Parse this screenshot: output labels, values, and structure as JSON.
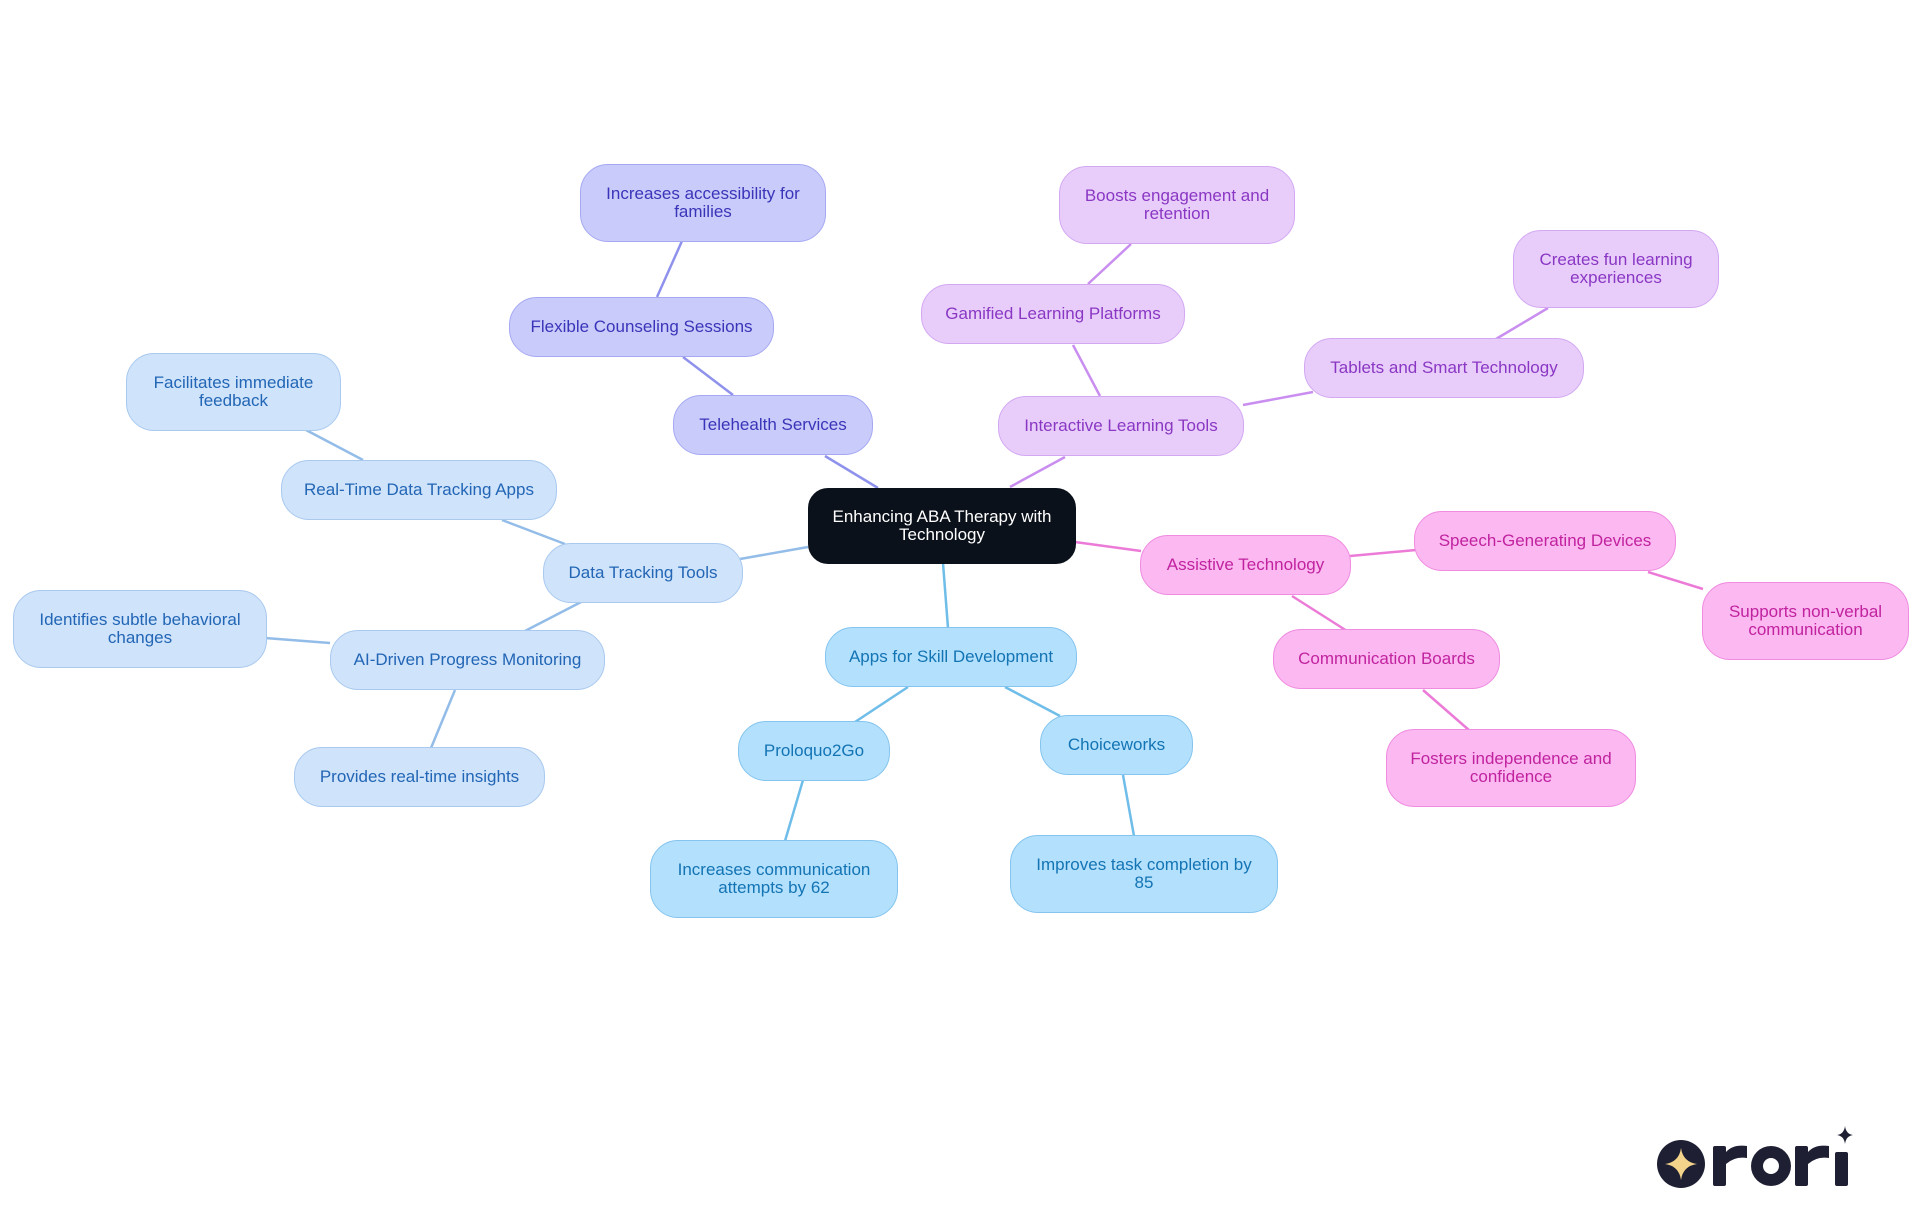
{
  "mindmap": {
    "center": {
      "label": "Enhancing ABA Therapy with Technology"
    },
    "branches": {
      "telehealth": {
        "label": "Telehealth Services",
        "flexible": {
          "label": "Flexible Counseling Sessions"
        },
        "accessibility": {
          "label": "Increases accessibility for families"
        }
      },
      "data_tracking": {
        "label": "Data Tracking Tools",
        "realtime_apps": {
          "label": "Real-Time Data Tracking Apps"
        },
        "immediate_feedback": {
          "label": "Facilitates immediate feedback"
        },
        "ai_monitoring": {
          "label": "AI-Driven Progress Monitoring"
        },
        "subtle_changes": {
          "label": "Identifies subtle behavioral changes"
        },
        "realtime_insights": {
          "label": "Provides real-time insights"
        }
      },
      "apps_skill": {
        "label": "Apps for Skill Development",
        "proloquo": {
          "label": "Proloquo2Go"
        },
        "proloquo_detail": {
          "label": "Increases communication attempts by 62"
        },
        "choiceworks": {
          "label": "Choiceworks"
        },
        "choiceworks_detail": {
          "label": "Improves task completion by 85"
        }
      },
      "interactive": {
        "label": "Interactive Learning Tools",
        "gamified": {
          "label": "Gamified Learning Platforms"
        },
        "engagement": {
          "label": "Boosts engagement and retention"
        },
        "tablets": {
          "label": "Tablets and Smart Technology"
        },
        "fun": {
          "label": "Creates fun learning experiences"
        }
      },
      "assistive": {
        "label": "Assistive Technology",
        "speech": {
          "label": "Speech-Generating Devices"
        },
        "nonverbal": {
          "label": "Supports non-verbal communication"
        },
        "boards": {
          "label": "Communication Boards"
        },
        "independence": {
          "label": "Fosters independence and confidence"
        }
      }
    }
  },
  "colors": {
    "center": "#0b111a",
    "telehealth": "#8f92ec",
    "data_tracking": "#93bde8",
    "apps_skill": "#6fbde9",
    "interactive": "#c98ef0",
    "assistive": "#ec7bd8"
  }
}
